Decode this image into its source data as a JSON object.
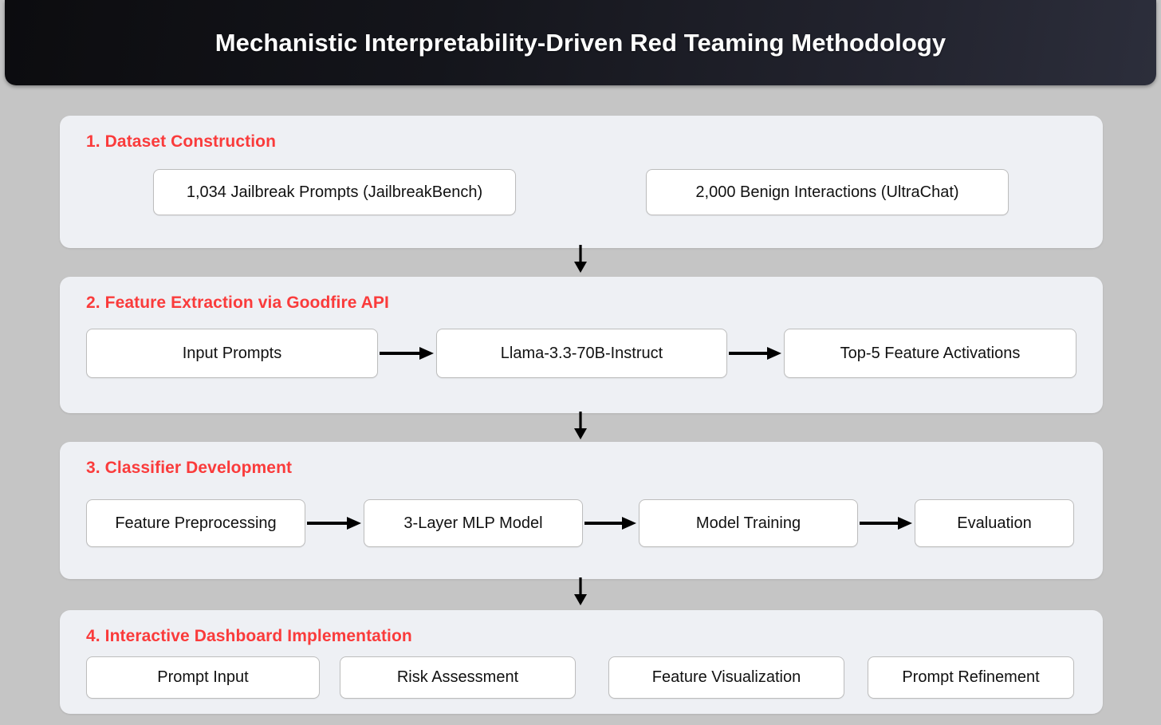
{
  "banner": {
    "title": "Mechanistic Interpretability-Driven Red Teaming Methodology",
    "background_start": "#0c0c0f",
    "background_end": "#2c2e3b",
    "text_color": "#ffffff"
  },
  "theme": {
    "page_background": "#c5c5c5",
    "section_background": "#eef0f4",
    "section_title_color": "#fa3b3b",
    "node_background": "#ffffff",
    "node_border": "#bdbdbd",
    "node_text_color": "#111111",
    "arrow_color": "#000000"
  },
  "sections": [
    {
      "id": "section-1",
      "title": "1. Dataset Construction",
      "nodes": [
        {
          "label": "1,034 Jailbreak Prompts (JailbreakBench)"
        },
        {
          "label": "2,000 Benign Interactions (UltraChat)"
        }
      ],
      "arrows_between_nodes": false
    },
    {
      "id": "section-2",
      "title": "2. Feature Extraction via Goodfire API",
      "nodes": [
        {
          "label": "Input Prompts"
        },
        {
          "label": "Llama-3.3-70B-Instruct"
        },
        {
          "label": "Top-5 Feature Activations"
        }
      ],
      "arrows_between_nodes": true
    },
    {
      "id": "section-3",
      "title": "3. Classifier Development",
      "nodes": [
        {
          "label": "Feature Preprocessing"
        },
        {
          "label": "3-Layer MLP Model"
        },
        {
          "label": "Model Training"
        },
        {
          "label": "Evaluation"
        }
      ],
      "arrows_between_nodes": true
    },
    {
      "id": "section-4",
      "title": "4. Interactive Dashboard Implementation",
      "nodes": [
        {
          "label": "Prompt Input"
        },
        {
          "label": "Risk Assessment"
        },
        {
          "label": "Feature Visualization"
        },
        {
          "label": "Prompt Refinement"
        }
      ],
      "arrows_between_nodes": false
    }
  ],
  "connectors": {
    "vertical_arrow_icon": "arrow-down-icon",
    "horizontal_arrow_icon": "arrow-right-icon",
    "vertical_count": 3,
    "horizontal_count": 5
  }
}
